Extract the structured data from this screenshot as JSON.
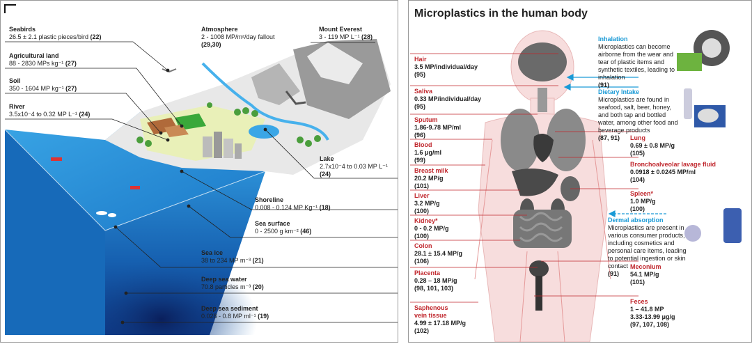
{
  "left_panel": {
    "seabirds": {
      "title": "Seabirds",
      "value": "26.5 ± 2.1 plastic pieces/bird",
      "ref": "(22)"
    },
    "agricultural": {
      "title": "Agricultural land",
      "value": "88 - 2830 MPs kg⁻¹",
      "ref": "(27)"
    },
    "soil": {
      "title": "Soil",
      "value": "350 - 1604 MP kg⁻¹",
      "ref": "(27)"
    },
    "river": {
      "title": "River",
      "value": "3.5x10⁻4  to 0.32 MP L⁻¹",
      "ref": "(24)"
    },
    "atmosphere": {
      "title": "Atmosphere",
      "value": "2 - 1008 MP/m²/day fallout",
      "ref": "(29,30)"
    },
    "everest": {
      "title": "Mount Everest",
      "value": "3 - 119 MP L⁻¹",
      "ref": "(28)"
    },
    "lake": {
      "title": "Lake",
      "value": "2.7x10⁻4 to 0.03 MP L⁻¹",
      "ref": "(24)"
    },
    "shoreline": {
      "title": "Shoreline",
      "value": "0.008 - 0.124 MP Kg⁻¹",
      "ref": "(18)"
    },
    "sea_surface": {
      "title": "Sea surface",
      "value": "0 - 2500 g km⁻²",
      "ref": "(46)"
    },
    "sea_ice": {
      "title": "Sea ice",
      "value": "38 to 234 MP m⁻³",
      "ref": "(21)"
    },
    "deep_water": {
      "title": "Deep sea water",
      "value": "70.8 particles m⁻³",
      "ref": "(20)"
    },
    "deep_sediment": {
      "title": "Deep sea sediment",
      "value": "0.028 - 0.8 MP ml⁻¹",
      "ref": "(19)"
    }
  },
  "right_panel": {
    "title": "Microplastics in the human body",
    "hair": {
      "title": "Hair",
      "value": "3.5 MP/individual/day",
      "ref": "(95)"
    },
    "saliva": {
      "title": "Saliva",
      "value": "0.33 MP/individual/day",
      "ref": "(95)"
    },
    "sputum": {
      "title": "Sputum",
      "value": "1.86-9.78 MP/ml",
      "ref": "(96)"
    },
    "blood": {
      "title": "Blood",
      "value": "1.6 μg/ml",
      "ref": "(99)"
    },
    "breast_milk": {
      "title": "Breast milk",
      "value": "20.2 MP/g",
      "ref": "(101)"
    },
    "liver": {
      "title": "Liver",
      "value": "3.2 MP/g",
      "ref": "(100)"
    },
    "kidney": {
      "title": "Kidney*",
      "value": "0 - 0.2 MP/g",
      "ref": "(100)"
    },
    "colon": {
      "title": "Colon",
      "value": "28.1 ± 15.4 MP/g",
      "ref": "(106)"
    },
    "placenta": {
      "title": "Placenta",
      "value": "0.28 – 18 MP/g",
      "ref": "(98, 101, 103)"
    },
    "saphenous": {
      "title": "Saphenous vein tissue",
      "title2": "vein tissue",
      "title1": "Saphenous",
      "value": "4.99 ± 17.18 MP/g",
      "ref": "(102)"
    },
    "lung": {
      "title": "Lung",
      "value": "0.69 ± 0.8  MP/g",
      "ref": "(105)"
    },
    "bal": {
      "title": "Bronchoalveolar lavage fluid",
      "value": "0.0918 ± 0.0245 MP/ml",
      "ref": "(104)"
    },
    "spleen": {
      "title": "Spleen*",
      "value": "1.0 MP/g",
      "ref": "(100)"
    },
    "meconium": {
      "title": "Meconium",
      "value": "54.1 MP/g",
      "ref": "(101)"
    },
    "feces": {
      "title": "Feces",
      "value": "1 – 41.8 MP",
      "value2": "3.33-13.99 μg/g",
      "ref": "(97, 107, 108)"
    },
    "inhalation": {
      "title": "Inhalation",
      "desc": "Microplastics can become airborne from the wear and tear of plastic items and synthetic textiles, leading to inhalation",
      "ref": "(91)"
    },
    "dietary": {
      "title": "Dietary Intake",
      "desc": "Microplastics are found in seafood, salt, beer, honey, and both tap and bottled water, among other food and beverage products",
      "ref": "(87, 91)"
    },
    "dermal": {
      "title": "Dermal absorption",
      "desc": "Microplastics are present in various consumer products, including cosmetics and personal care items, leading to potential ingestion or skin contact",
      "ref": "(91)"
    }
  },
  "colors": {
    "red": "#c0272d",
    "blue": "#1a9ad6",
    "ocean": "#1e6fb8",
    "deep": "#0b2a6e"
  }
}
